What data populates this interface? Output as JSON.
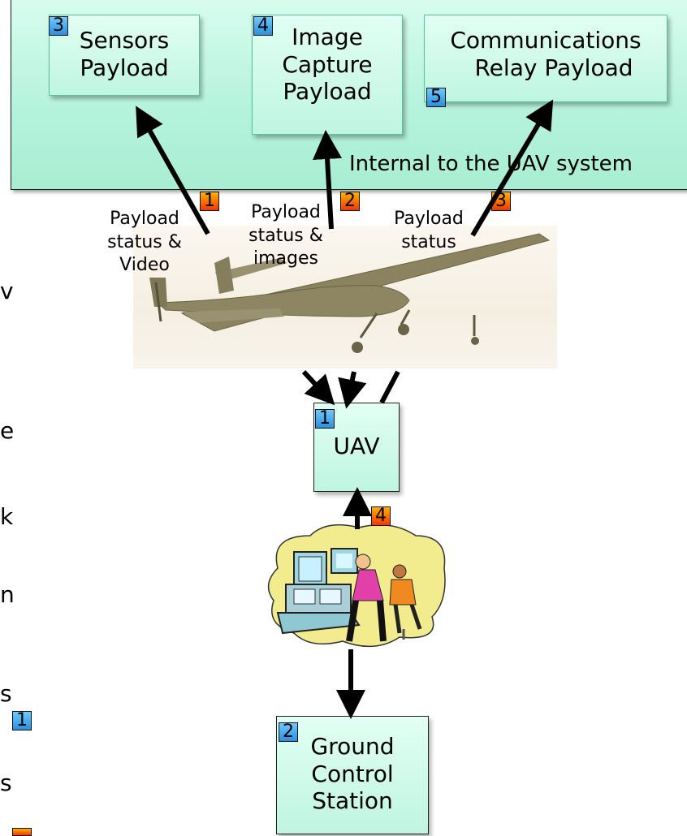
{
  "container": {
    "label": "Internal to the UAV system"
  },
  "boxes": {
    "sensors": {
      "num": "3",
      "line1": "Sensors",
      "line2": "Payload"
    },
    "image": {
      "num": "4",
      "line1": "Image",
      "line2": "Capture",
      "line3": "Payload"
    },
    "comms": {
      "num": "5",
      "line1": "Communications",
      "line2": "Relay Payload"
    },
    "uav": {
      "num": "1",
      "label": "UAV"
    },
    "gcs": {
      "num": "2",
      "line1": "Ground",
      "line2": "Control",
      "line3": "Station"
    }
  },
  "flows": {
    "f1": {
      "num": "1",
      "line1": "Payload",
      "line2": "status &",
      "line3": "Video"
    },
    "f2": {
      "num": "2",
      "line1": "Payload",
      "line2": "status &",
      "line3": "images"
    },
    "f3": {
      "num": "3",
      "line1": "Payload",
      "line2": "status"
    },
    "f4": {
      "num": "4"
    }
  },
  "left_fragments": [
    "v",
    "e",
    "k",
    "n",
    "s",
    "s"
  ],
  "legend": {
    "blue_num": "1"
  },
  "colors": {
    "box_fill": "#b7f3dd",
    "badge_blue": "#2a8fe0",
    "badge_red": "#f03800"
  }
}
